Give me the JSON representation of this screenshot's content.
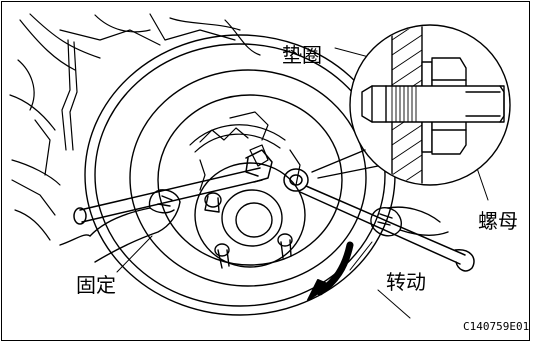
{
  "labels": {
    "washer": "垫圈",
    "nut": "螺母",
    "hold": "固定",
    "turn": "转动"
  },
  "figure_code": "C140759E01"
}
